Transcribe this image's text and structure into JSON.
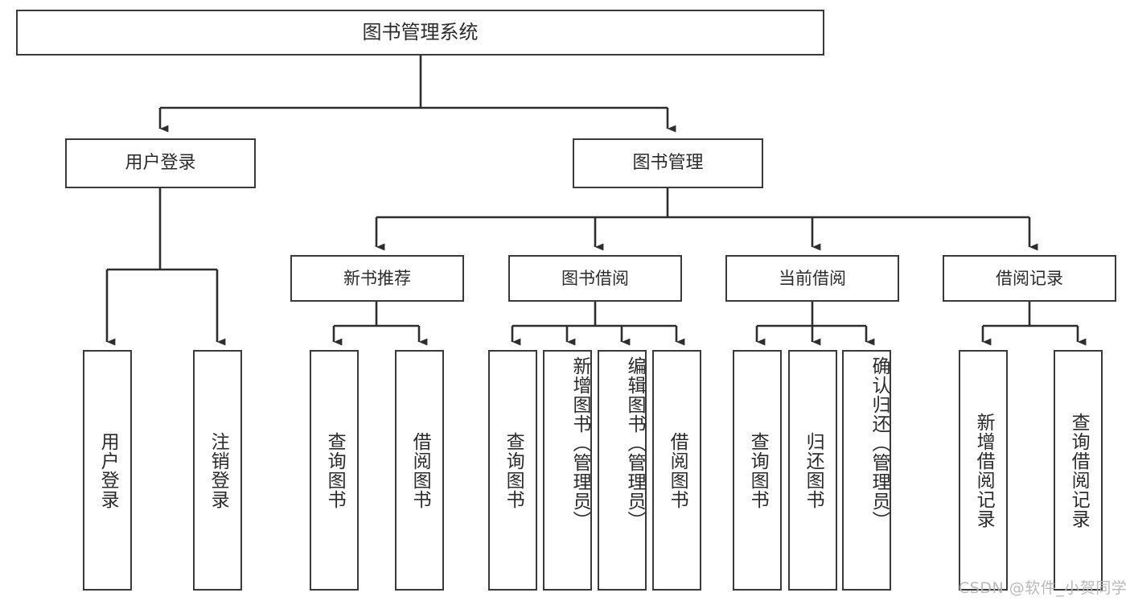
{
  "diagram": {
    "title": "图书管理系统",
    "root": {
      "label": "图书管理系统"
    },
    "level1": [
      {
        "label": "用户登录"
      },
      {
        "label": "图书管理"
      }
    ],
    "level2": [
      {
        "label": "新书推荐"
      },
      {
        "label": "图书借阅"
      },
      {
        "label": "当前借阅"
      },
      {
        "label": "借阅记录"
      }
    ],
    "leaves": [
      {
        "label": "用户登录",
        "parent": "用户登录"
      },
      {
        "label": "注销登录",
        "parent": "用户登录"
      },
      {
        "label": "查询图书",
        "parent": "新书推荐"
      },
      {
        "label": "借阅图书",
        "parent": "新书推荐"
      },
      {
        "label": "查询图书",
        "parent": "图书借阅"
      },
      {
        "label": "新增图书（管理员）",
        "parent": "图书借阅"
      },
      {
        "label": "编辑图书（管理员）",
        "parent": "图书借阅"
      },
      {
        "label": "借阅图书",
        "parent": "图书借阅"
      },
      {
        "label": "查询图书",
        "parent": "当前借阅"
      },
      {
        "label": "归还图书",
        "parent": "当前借阅"
      },
      {
        "label": "确认归还（管理员）",
        "parent": "当前借阅"
      },
      {
        "label": "新增借阅记录",
        "parent": "借阅记录"
      },
      {
        "label": "查询借阅记录",
        "parent": "借阅记录"
      }
    ]
  },
  "watermark": {
    "text": "CSDN @软件_小贺同学"
  },
  "colors": {
    "box_border": "#3a3a3a",
    "box_fill": "#ffffff",
    "text": "#2b2b2b",
    "edge": "#2e2e2e",
    "watermark": "#b9b9b9"
  }
}
